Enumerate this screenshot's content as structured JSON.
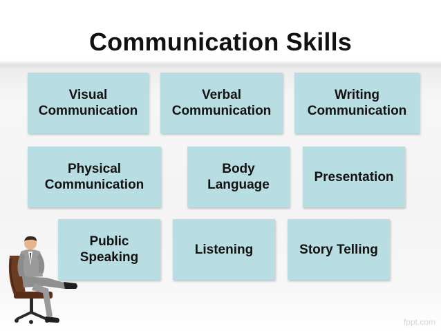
{
  "title": "Communication Skills",
  "rows": [
    [
      "Visual\nCommunication",
      "Verbal\nCommunication",
      "Writing\nCommunication"
    ],
    [
      "Physical\nCommunication",
      "Body\nLanguage",
      "Presentation"
    ],
    [
      "Public\nSpeaking",
      "Listening",
      "Story Telling"
    ]
  ],
  "logo": "fppt.com",
  "colors": {
    "box_fill": "#b8dde2",
    "text": "#111111"
  },
  "figure": "businessman-in-chair-icon"
}
